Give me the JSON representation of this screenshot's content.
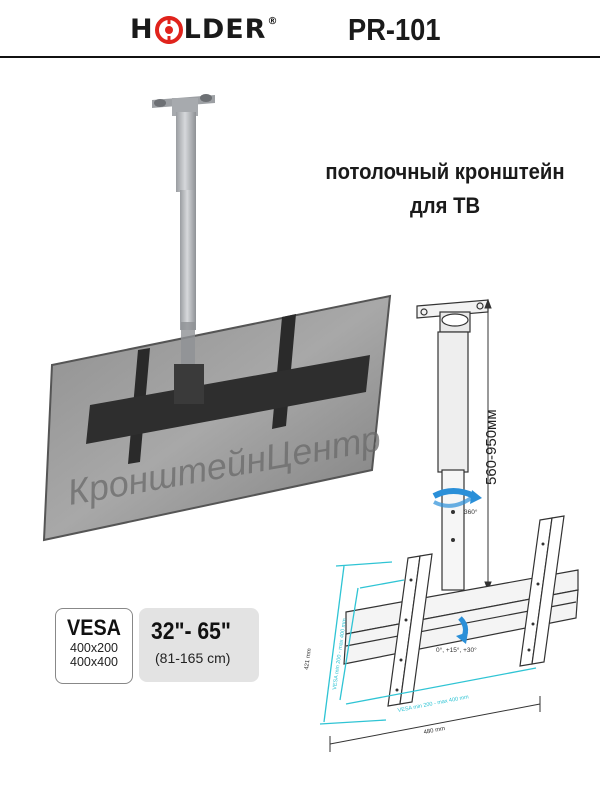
{
  "header": {
    "brand_left": "H",
    "brand_right": "LDER",
    "brand_mark": "®",
    "model": "PR-101"
  },
  "title": {
    "line1": "потолочный кронштейн",
    "line2": "для ТВ"
  },
  "watermark": "КронштейнЦентр",
  "vesa_badge": {
    "label": "VESA",
    "sizes": [
      "400x200",
      "400x400"
    ]
  },
  "size_badge": {
    "range": "32\"- 65\"",
    "range_cm": "(81-165 cm)"
  },
  "diagram": {
    "height_label": "560-950мм",
    "rotation_label": "360°",
    "tilt_label": "0°, +15°, +30°",
    "height_dim": "421 mm",
    "vesa_vertical": "VESA min 200 - max 400 mm",
    "vesa_horizontal": "VESA min 200 - max 400 mm",
    "width_dim": "480 mm"
  },
  "colors": {
    "brand_red": "#e0231c",
    "dim_cyan": "#2fc4d4",
    "arrow_blue": "#2a8fd8",
    "pole_gray": "#b9bcc0"
  }
}
